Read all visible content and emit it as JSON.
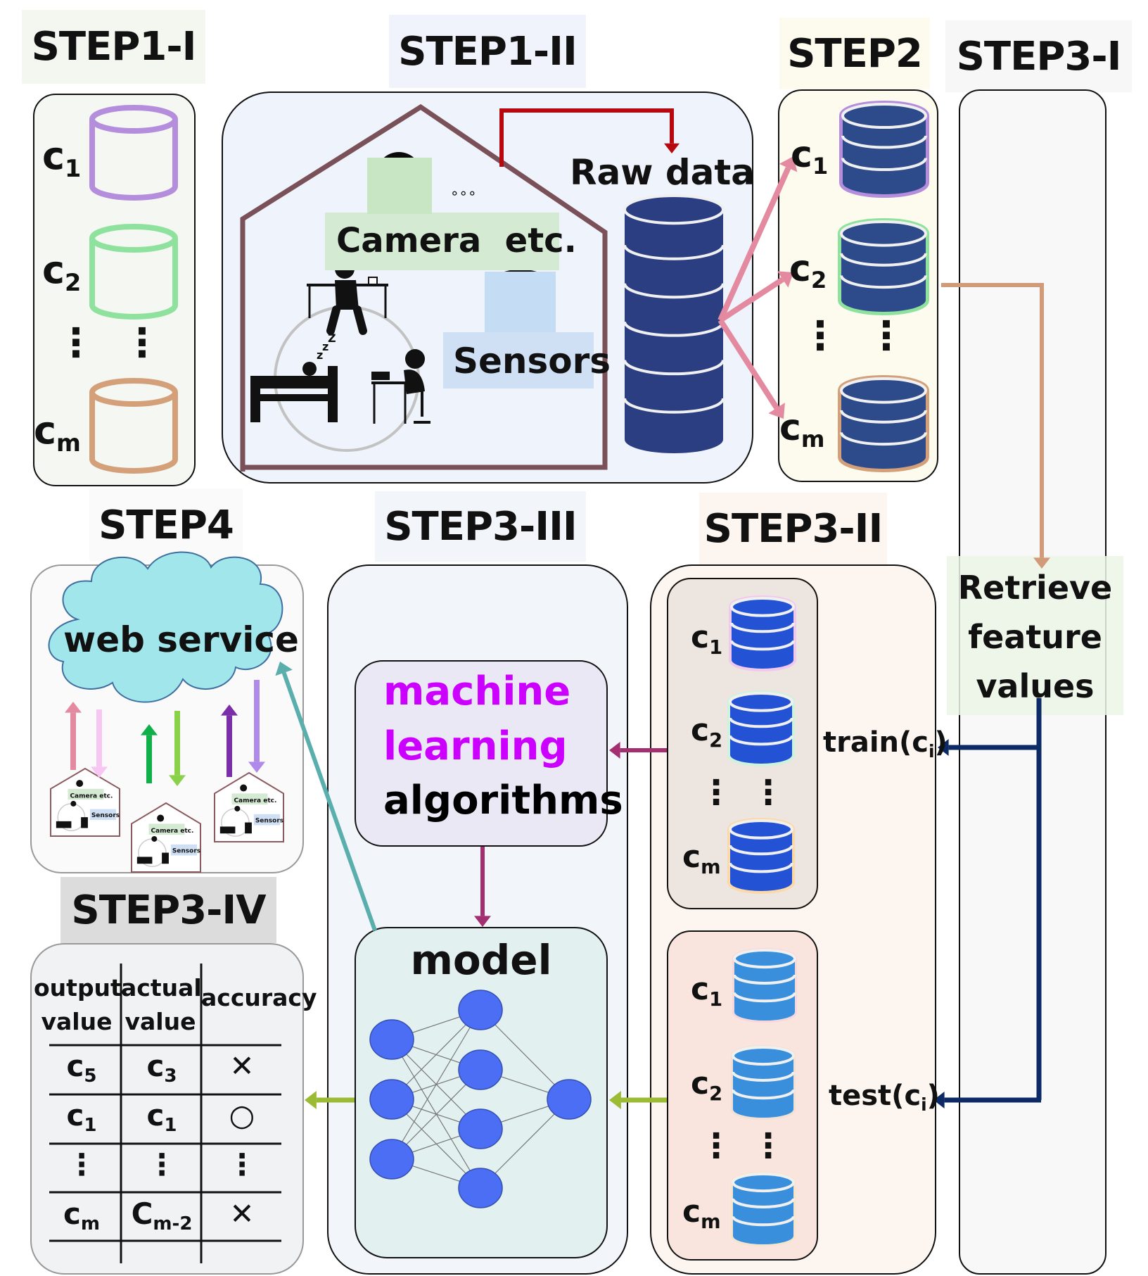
{
  "steps": {
    "step1_1": {
      "label": "STEP1-I",
      "classes": [
        "c1",
        "c2",
        "cm"
      ]
    },
    "step1_2": {
      "label": "STEP1-II",
      "camera_label": "Camera  etc.",
      "ellipsis": "∘∘∘",
      "sensors_label": "Sensors",
      "raw_data_label": "Raw data"
    },
    "step2": {
      "label": "STEP2"
    },
    "step3_1": {
      "label": "STEP3-I",
      "retrieve_text": [
        "Retrieve",
        "feature",
        "values"
      ]
    },
    "step3_2": {
      "label": "STEP3-II",
      "train_label": "train(c",
      "train_sub": "i",
      "test_label": "test(c",
      "test_sub": "i",
      "close_paren": ")"
    },
    "step3_3": {
      "label": "STEP3-III",
      "ml_line1": "machine",
      "ml_line2": "learning",
      "ml_line3": "algorithms",
      "model_label": "model"
    },
    "step3_4": {
      "label": "STEP3-IV",
      "headers": [
        [
          "output",
          "value"
        ],
        [
          "actual",
          "value"
        ],
        [
          "accuracy"
        ]
      ],
      "rows": [
        {
          "output": "c",
          "output_sub": "5",
          "actual": "c",
          "actual_sub": "3",
          "accuracy": "✕"
        },
        {
          "output": "c",
          "output_sub": "1",
          "actual": "c",
          "actual_sub": "1",
          "accuracy": "○"
        },
        {
          "output": "⋮",
          "output_sub": "",
          "actual": "⋮",
          "actual_sub": "",
          "accuracy": "⋮"
        },
        {
          "output": "c",
          "output_sub": "m",
          "actual": "C",
          "actual_sub": "m-2",
          "accuracy": "✕"
        }
      ]
    },
    "step4": {
      "label": "STEP4",
      "cloud_label": "web service",
      "mini_camera": "Camera  etc.",
      "mini_sensors": "Sensors",
      "mini_ellipsis": "..."
    }
  },
  "class_labels": {
    "c1": {
      "base": "c",
      "sub": "1"
    },
    "c2": {
      "base": "c",
      "sub": "2"
    },
    "cm": {
      "base": "c",
      "sub": "m"
    },
    "dots": "⋮"
  },
  "colors": {
    "c1_outline": "#b48edc",
    "c2_outline": "#8ee29e",
    "cm_outline": "#d4a07a",
    "db_dark": "#2d4a8a",
    "db_raw": "#2b3e82",
    "db_train": "#2352d4",
    "db_test": "#3a8fdc",
    "red_arrow": "#b8080f",
    "pink_arrow": "#e48aa0",
    "orange_arrow": "#d19a78",
    "navy_arrow": "#0c2a66",
    "magenta_arrow": "#a32e70",
    "olive_arrow": "#9cbb34",
    "teal_arrow": "#5aafad",
    "ml_magenta": "#cc00ff",
    "node_blue": "#4b6ef5",
    "cloud_fill": "#a0e6ea"
  }
}
